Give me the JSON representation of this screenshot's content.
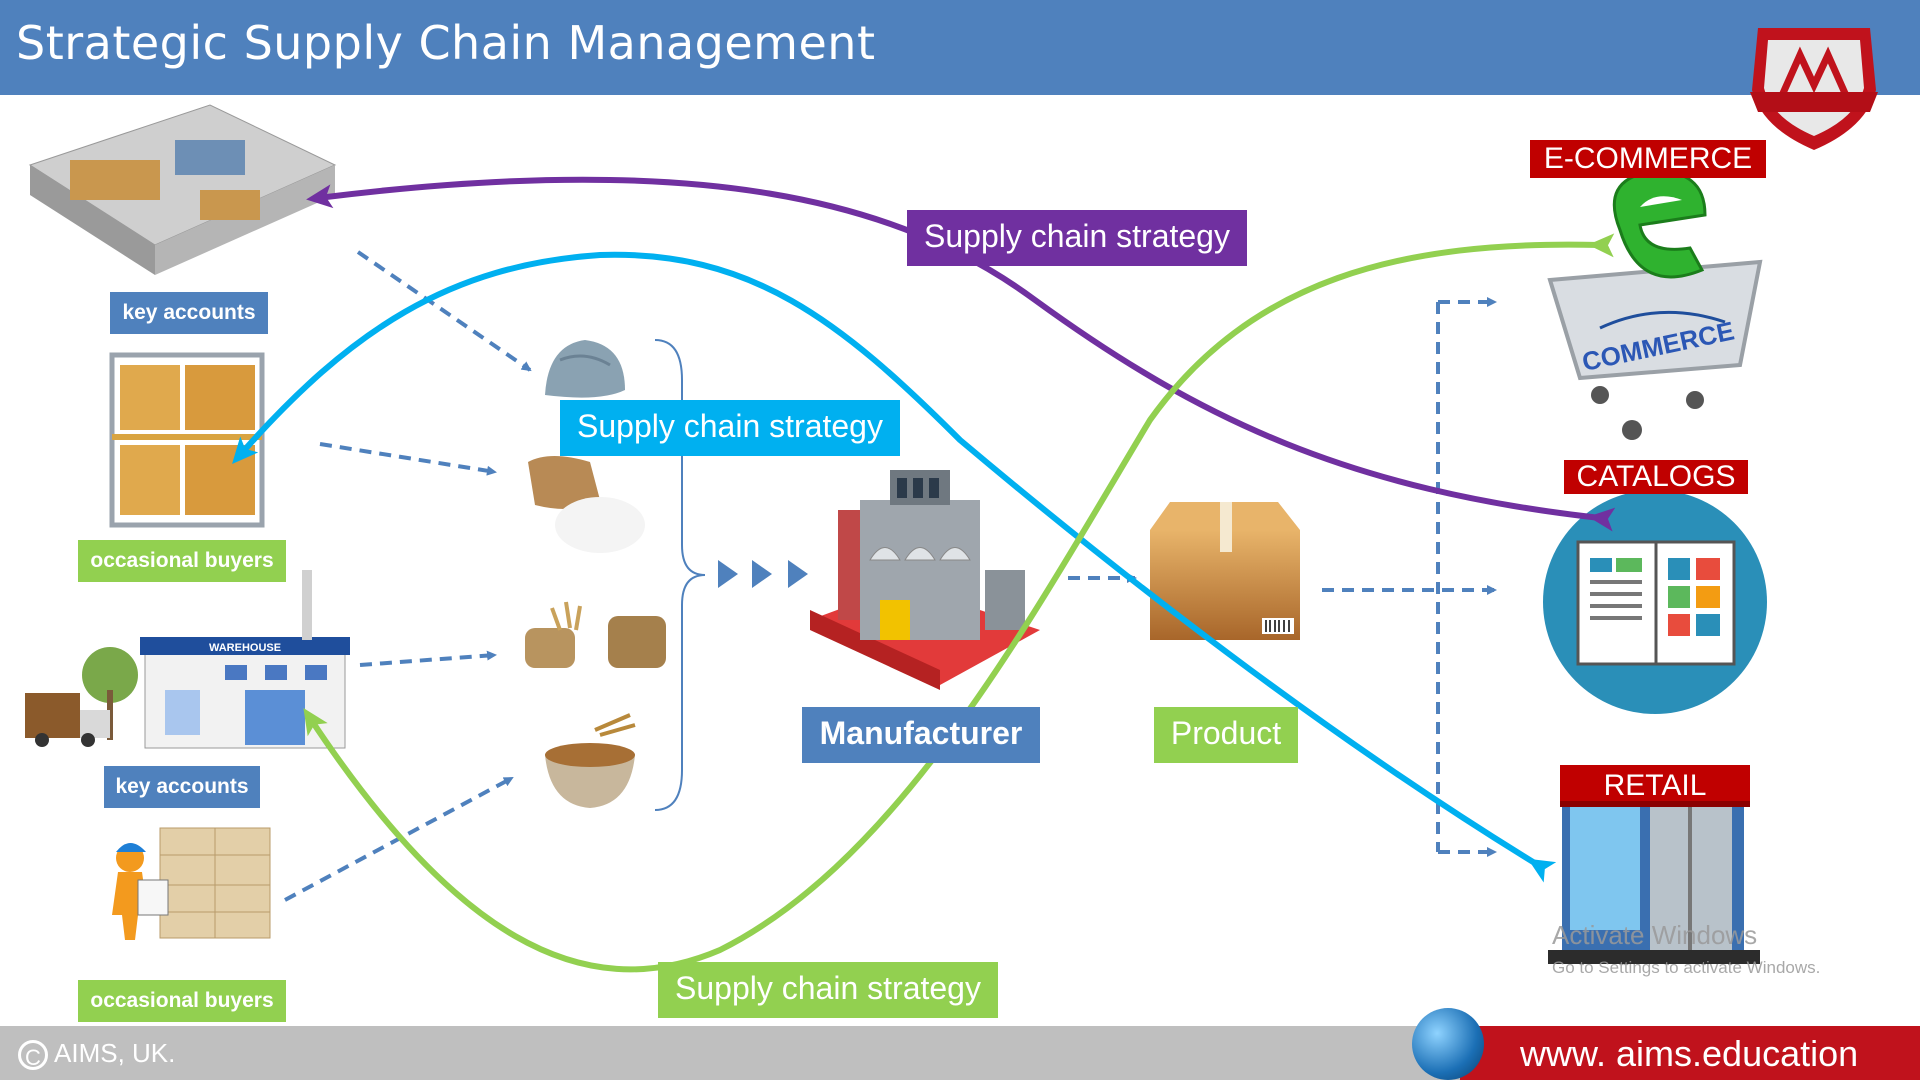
{
  "header": {
    "title": "Strategic Supply Chain Management"
  },
  "labels": {
    "key_accounts_1": "key accounts",
    "occasional_buyers_1": "occasional buyers",
    "key_accounts_2": "key accounts",
    "occasional_buyers_2": "occasional buyers",
    "manufacturer": "Manufacturer",
    "product": "Product",
    "ecommerce": "E-COMMERCE",
    "catalogs": "CATALOGS",
    "retail": "RETAIL",
    "warehouse_sign": "WAREHOUSE",
    "commerce_text": "COMMERCE"
  },
  "strategies": {
    "purple": "Supply chain strategy",
    "cyan": "Supply chain strategy",
    "green": "Supply chain strategy"
  },
  "footer": {
    "copyright": "AIMS, UK.",
    "copyright_symbol": "C",
    "url": "www. aims.education"
  },
  "watermark": {
    "line1": "Activate Windows",
    "line2": "Go to Settings to activate Windows."
  },
  "colors": {
    "header": "#4f81bd",
    "green": "#92d050",
    "purple": "#7030a0",
    "cyan": "#00b0f0",
    "red": "#c00000",
    "dashed": "#4f81bd"
  }
}
